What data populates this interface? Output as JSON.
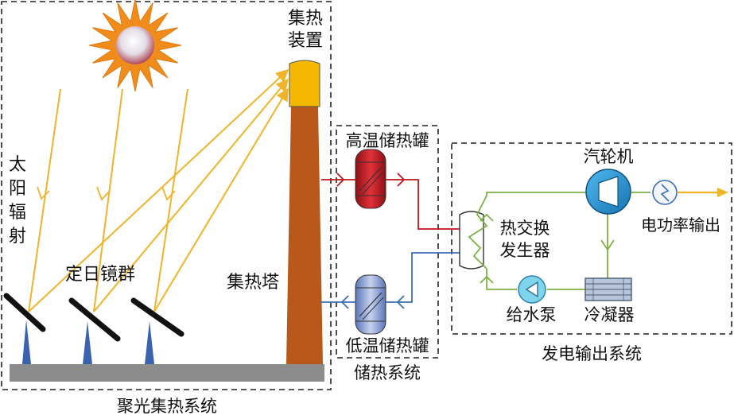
{
  "labels": {
    "collector": "集热装置",
    "collector_line1": "集热",
    "collector_line2": "装置",
    "solar_radiation": "太阳辐射",
    "solar_chars": [
      "太",
      "阳",
      "辐",
      "射"
    ],
    "heliostats": "定日镜群",
    "tower": "集热塔",
    "hot_tank": "高温储热罐",
    "cold_tank": "低温储热罐",
    "storage_system": "储热系统",
    "heat_exchanger_line1": "热交换",
    "heat_exchanger_line2": "发生器",
    "turbine": "汽轮机",
    "power_output": "电功率输出",
    "feed_pump": "给水泵",
    "condenser": "冷凝器",
    "power_system": "发电输出系统",
    "concentrating_system": "聚光集热系统"
  },
  "colors": {
    "ray": "#f0b429",
    "tower": "#b9581b",
    "receiver": "#f5b800",
    "hot_line": "#c0141e",
    "cold_line": "#3a6fb5",
    "water_loop": "#7cb342",
    "turbine": "#2a9ad6",
    "ground": "#8c8c8c",
    "heliostat_base": "#3a62b0",
    "mirror": "#111111",
    "sun_core": "#e0e0e8",
    "sun_rays": "#f08c1c"
  },
  "icons": {
    "sun": "sun-icon",
    "generator": "lightning-icon",
    "pump": "triangle-icon",
    "turbine": "turbine-icon"
  }
}
